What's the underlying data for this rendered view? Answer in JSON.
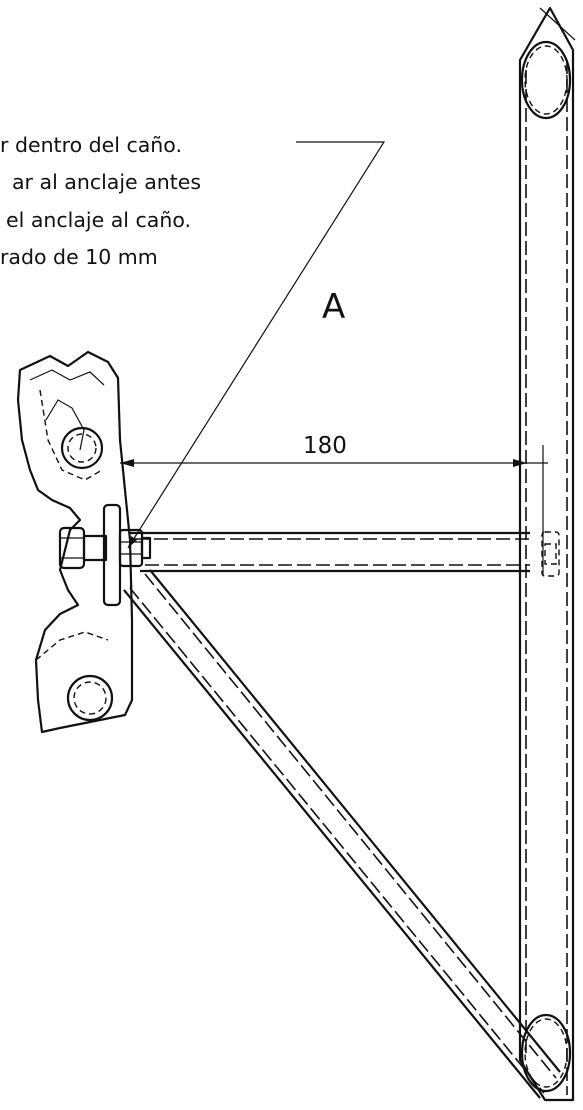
{
  "note": {
    "lines": [
      "r dentro del caño.",
      "ar al anclaje antes",
      "el anclaje al caño.",
      "rado de 10 mm"
    ]
  },
  "callout_label": "A",
  "dimension_value": "180"
}
